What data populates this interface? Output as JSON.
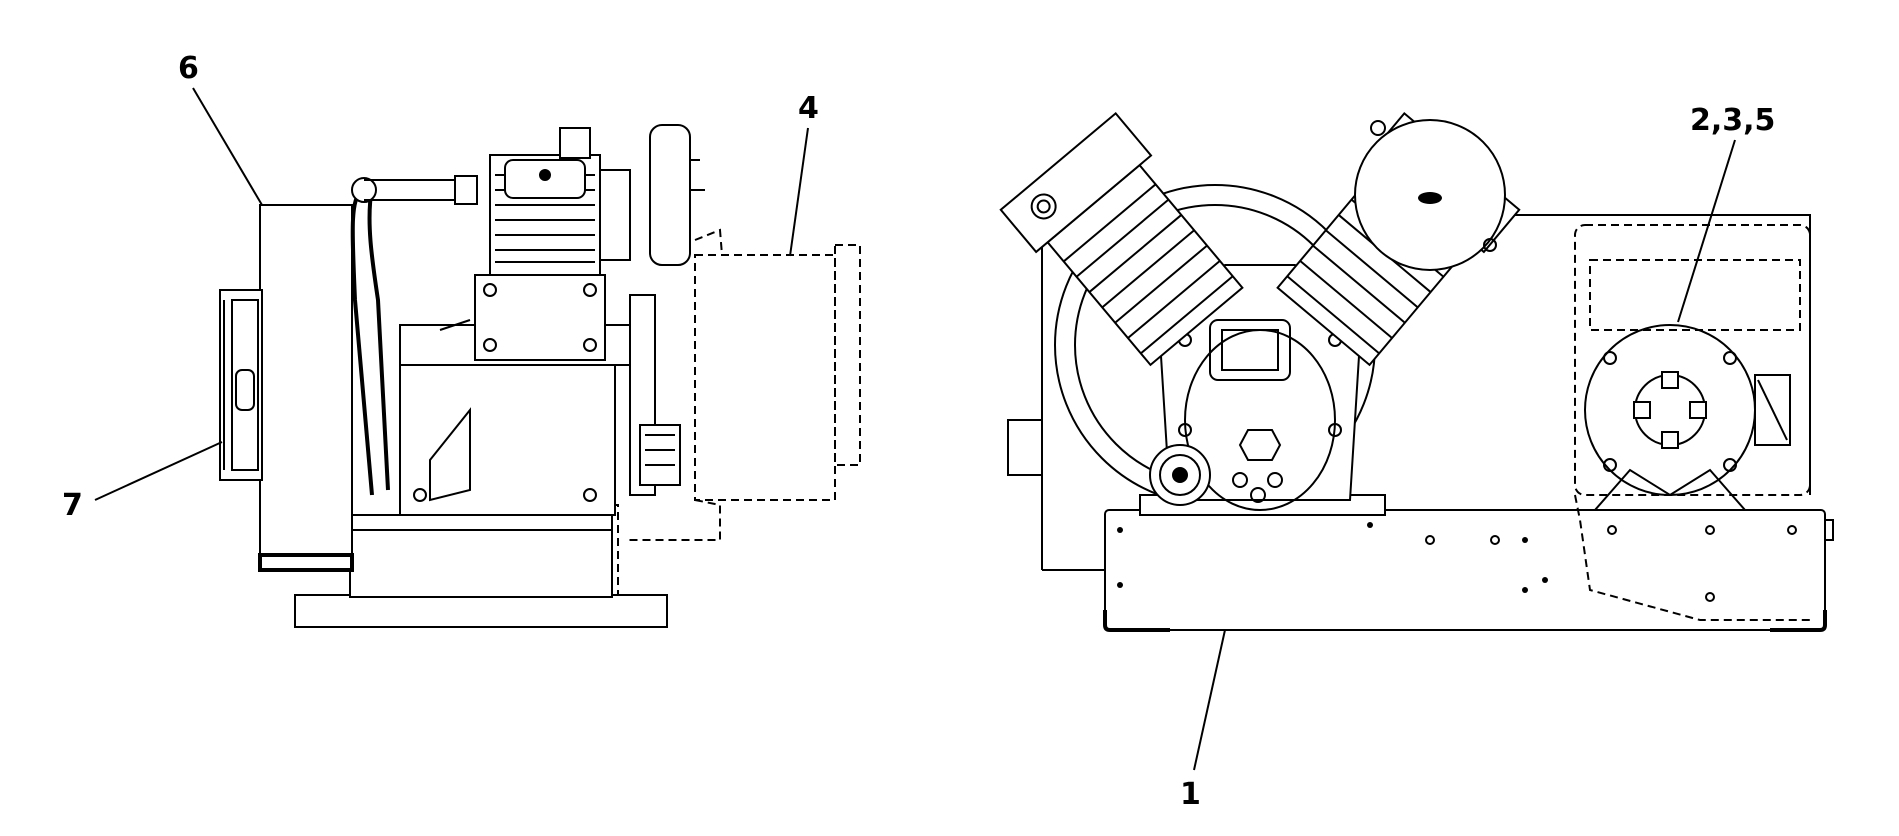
{
  "figure": {
    "callouts": [
      {
        "id": "c1",
        "label": "1"
      },
      {
        "id": "c235",
        "label": "2,3,5"
      },
      {
        "id": "c4",
        "label": "4"
      },
      {
        "id": "c6",
        "label": "6"
      },
      {
        "id": "c7",
        "label": "7"
      }
    ]
  }
}
